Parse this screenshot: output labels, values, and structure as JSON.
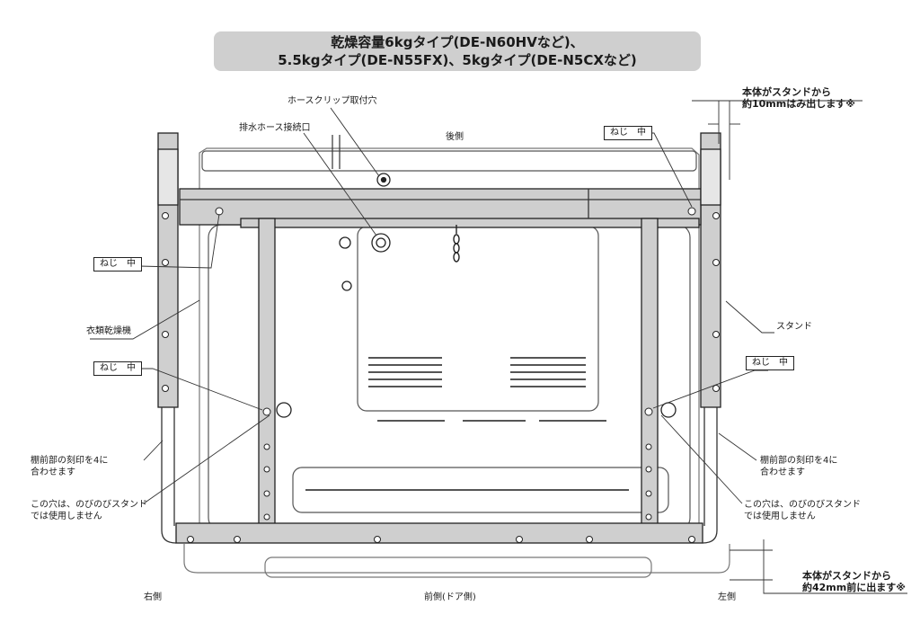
{
  "title": {
    "line1": "乾燥容量6kgタイプ(DE-N60HVなど)、",
    "line2": "5.5kgタイプ(DE-N55FX)、5kgタイプ(DE-N5CXなど)"
  },
  "labels": {
    "hose_clip": "ホースクリップ取付穴",
    "drain_hose": "排水ホース接続口",
    "back_side": "後側",
    "screw_mid": "ねじ　中",
    "dryer": "衣類乾燥機",
    "stand": "スタンド",
    "shelf_mark": "棚前部の刻印を4に",
    "shelf_mark2": "合わせます",
    "hole_note": "この穴は、のびのびスタンド",
    "hole_note2": "では使用しません",
    "right_side": "右側",
    "front_side": "前側(ドア側)",
    "left_side": "左側",
    "overhang_side_1": "本体がスタンドから",
    "overhang_side_2": "約10mmはみ出します※",
    "overhang_front_1": "本体がスタンドから",
    "overhang_front_2": "約42mm前に出ます※"
  }
}
